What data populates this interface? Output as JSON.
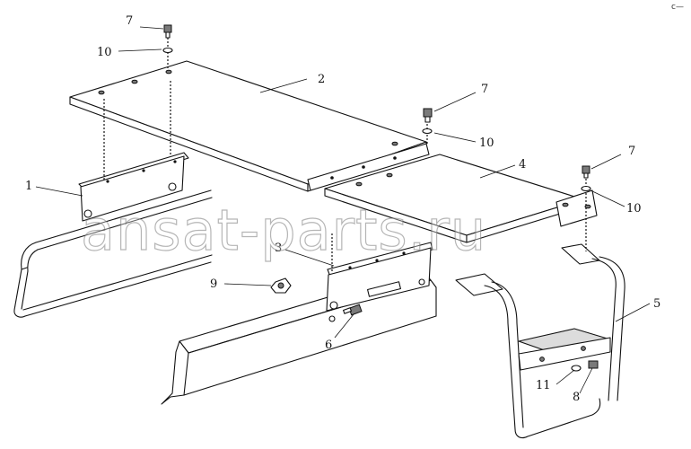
{
  "diagram": {
    "corner_mark": "c—",
    "watermark": "ansat-parts.ru",
    "callouts": [
      {
        "id": "7a",
        "label": "7"
      },
      {
        "id": "10a",
        "label": "10"
      },
      {
        "id": "2",
        "label": "2"
      },
      {
        "id": "7b",
        "label": "7"
      },
      {
        "id": "10b",
        "label": "10"
      },
      {
        "id": "7c",
        "label": "7"
      },
      {
        "id": "1",
        "label": "1"
      },
      {
        "id": "4",
        "label": "4"
      },
      {
        "id": "10c",
        "label": "10"
      },
      {
        "id": "3",
        "label": "3"
      },
      {
        "id": "5",
        "label": "5"
      },
      {
        "id": "9",
        "label": "9"
      },
      {
        "id": "6",
        "label": "6"
      },
      {
        "id": "11",
        "label": "11"
      },
      {
        "id": "8",
        "label": "8"
      }
    ],
    "parts": [
      {
        "label": "1",
        "icon": "bracket-icon"
      },
      {
        "label": "2",
        "icon": "platform-plate-icon"
      },
      {
        "label": "3",
        "icon": "bracket-icon"
      },
      {
        "label": "4",
        "icon": "platform-plate-icon"
      },
      {
        "label": "5",
        "icon": "step-ladder-icon"
      },
      {
        "label": "6",
        "icon": "bolt-icon"
      },
      {
        "label": "7",
        "icon": "bolt-icon"
      },
      {
        "label": "8",
        "icon": "bolt-icon"
      },
      {
        "label": "9",
        "icon": "nut-icon"
      },
      {
        "label": "10",
        "icon": "washer-icon"
      },
      {
        "label": "11",
        "icon": "washer-icon"
      }
    ]
  }
}
